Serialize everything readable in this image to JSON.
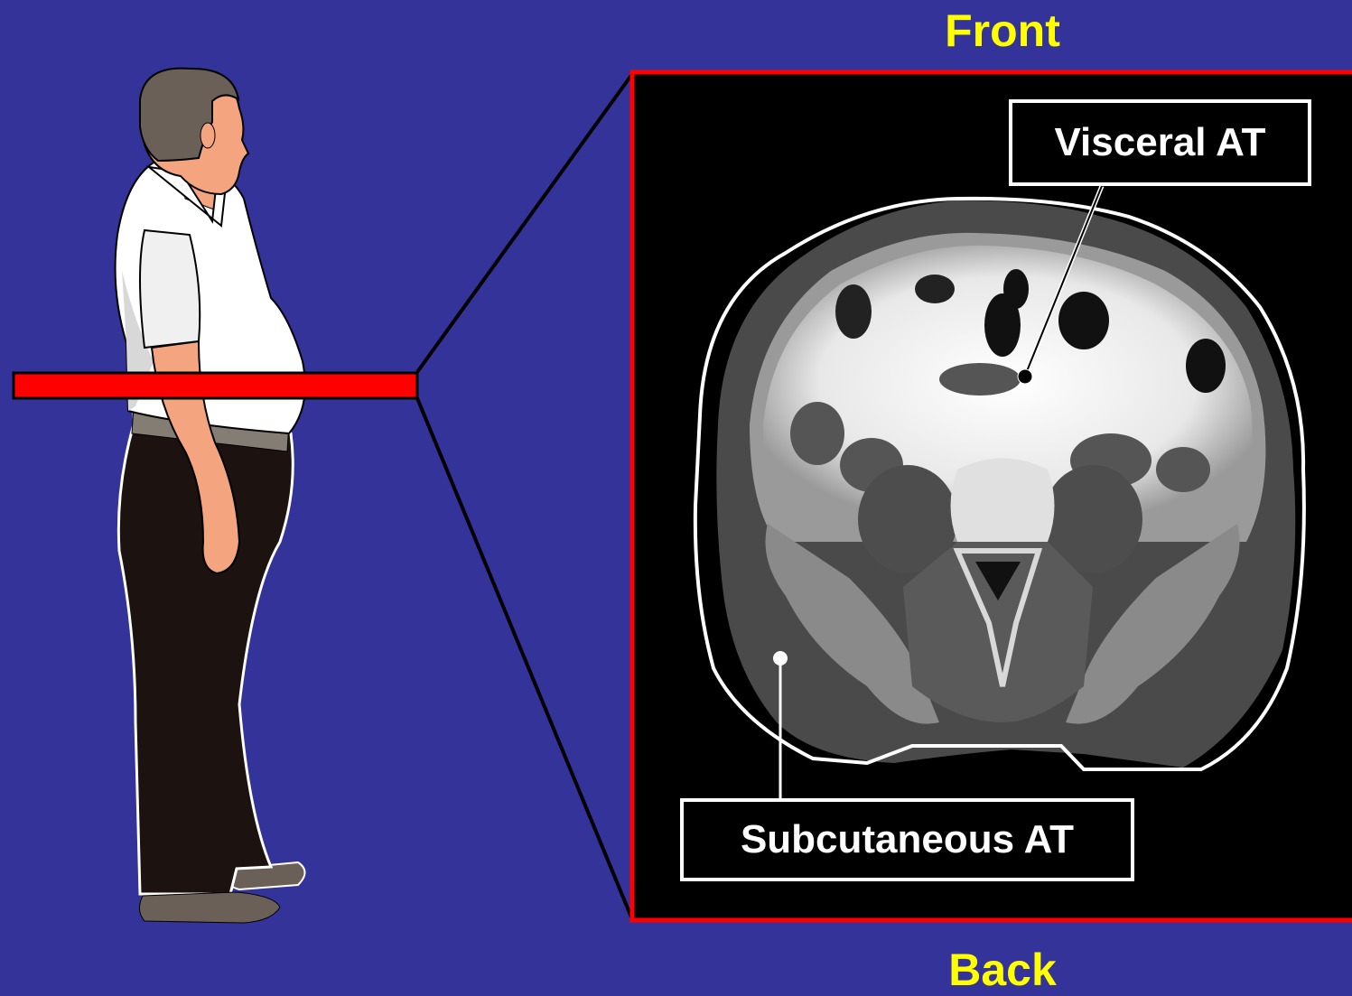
{
  "labels": {
    "front": "Front",
    "back": "Back",
    "visceral": "Visceral AT",
    "subcutaneous": "Subcutaneous AT"
  },
  "colors": {
    "background": "#333399",
    "accent": "#ff0000",
    "label": "#ffff00"
  }
}
